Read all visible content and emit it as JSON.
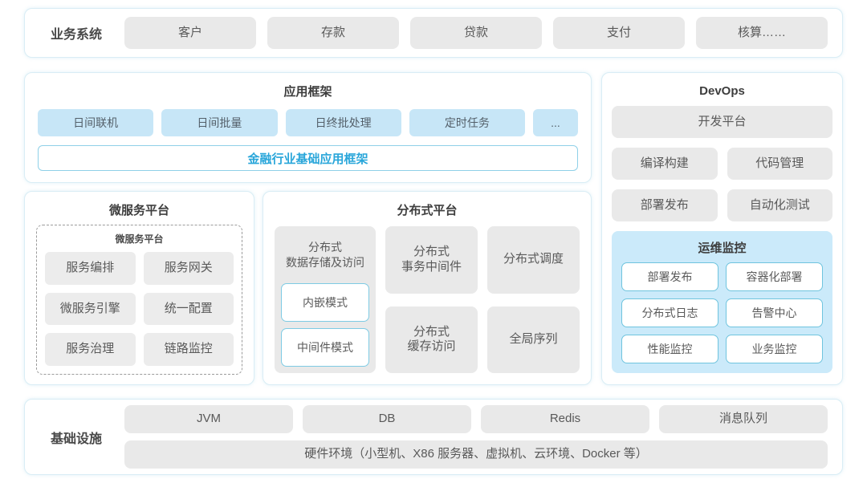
{
  "colors": {
    "outer_border": "#d9edf5",
    "gray_button_bg": "#e9e9e9",
    "blue_button_bg": "#c7e6f7",
    "cyan_border": "#7ecbe4",
    "accent_blue_text": "#29a6da",
    "monitor_panel_bg": "#cbeafa",
    "text": "#595959"
  },
  "business": {
    "label": "业务系统",
    "items": [
      "客户",
      "存款",
      "贷款",
      "支付",
      "核算……"
    ]
  },
  "app_framework": {
    "title": "应用框架",
    "items": [
      "日间联机",
      "日间批量",
      "日终批处理",
      "定时任务",
      "..."
    ],
    "base_bar": "金融行业基础应用框架"
  },
  "microservice": {
    "title": "微服务平台",
    "inner_title": "微服务平台",
    "items": [
      "服务编排",
      "服务网关",
      "微服务引擎",
      "统一配置",
      "服务治理",
      "链路监控"
    ]
  },
  "distributed": {
    "title": "分布式平台",
    "storage_label": "分布式\n数据存储及访问",
    "storage_modes": [
      "内嵌模式",
      "中间件模式"
    ],
    "col2": [
      "分布式\n事务中间件",
      "分布式\n缓存访问"
    ],
    "col3": [
      "分布式调度",
      "全局序列"
    ]
  },
  "devops": {
    "title": "DevOps",
    "platform": "开发平台",
    "tools": [
      "编译构建",
      "代码管理",
      "部署发布",
      "自动化测试"
    ],
    "monitor": {
      "title": "运维监控",
      "items": [
        "部署发布",
        "容器化部署",
        "分布式日志",
        "告警中心",
        "性能监控",
        "业务监控"
      ]
    }
  },
  "infrastructure": {
    "label": "基础设施",
    "items": [
      "JVM",
      "DB",
      "Redis",
      "消息队列"
    ],
    "hardware": "硬件环境（小型机、X86 服务器、虚拟机、云环境、Docker 等）"
  }
}
